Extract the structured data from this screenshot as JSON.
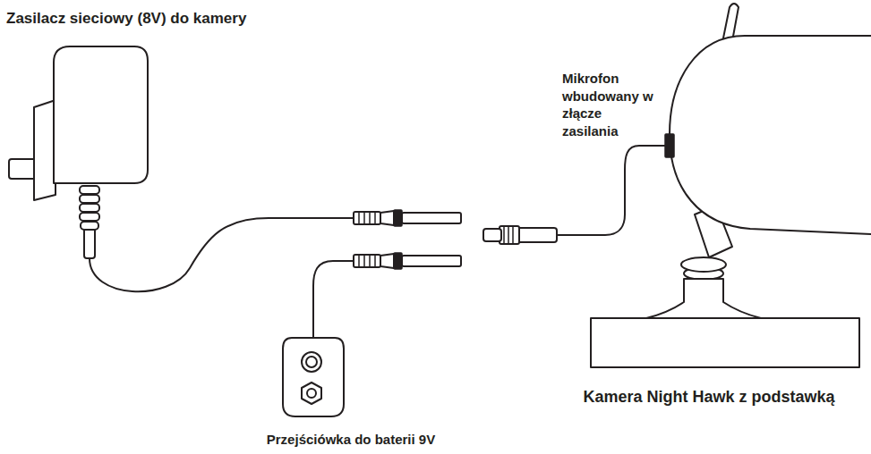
{
  "diagram": {
    "labels": [
      "Zasilacz sieciowy (8V) do kamery",
      "Mikrofon wbudowany w złącze zasilania",
      "Kamera Night Hawk z podstawką",
      "Przejściówka do baterii 9V"
    ]
  }
}
